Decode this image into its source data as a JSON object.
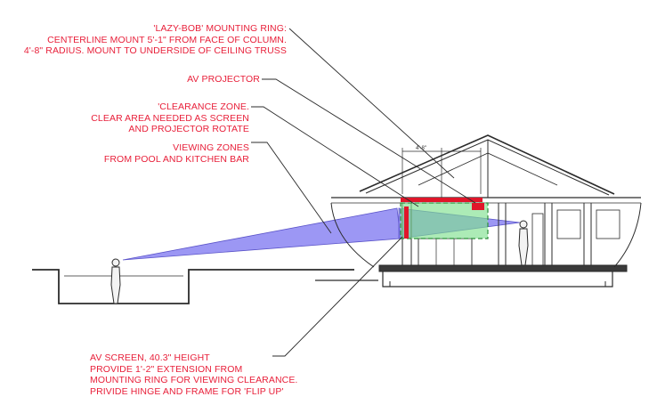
{
  "colors": {
    "annotation": "#e8203a",
    "linework": "#2b2b2b",
    "viewing_zone": "#7b74f0",
    "clearance_zone": "#7fe08f",
    "screen": "#e0162a"
  },
  "annotations": {
    "mounting_ring": "'LAZY-BOB' MOUNTING RING:\nCENTERLINE MOUNT 5'-1\" FROM FACE OF COLUMN.\n4'-8\" RADIUS.  MOUNT TO UNDERSIDE OF CEILING TRUSS",
    "projector": "AV PROJECTOR",
    "clearance_zone": "'CLEARANCE ZONE.\nCLEAR AREA NEEDED AS SCREEN\nAND PROJECTOR ROTATE",
    "viewing_zones": "VIEWING ZONES\nFROM POOL AND KITCHEN BAR",
    "screen": "AV SCREEN,  40.3\" HEIGHT\nPROVIDE 1'-2\" EXTENSION FROM\nMOUNTING RING FOR VIEWING CLEARANCE.\nPRIVIDE HINGE AND FRAME FOR 'FLIP UP'"
  },
  "dimension_label": "4'-8\""
}
